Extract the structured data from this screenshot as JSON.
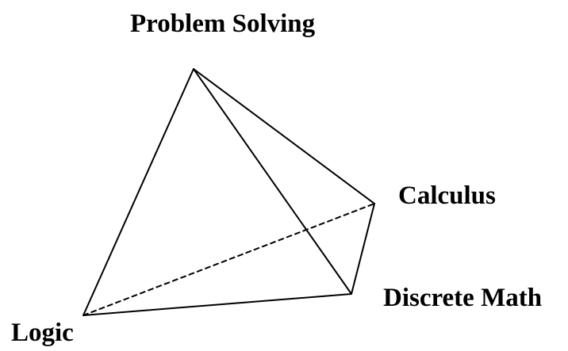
{
  "diagram": {
    "vertices": {
      "top": "Problem Solving",
      "right": "Calculus",
      "bottom_right": "Discrete Math",
      "left": "Logic"
    },
    "edges": [
      {
        "from": "top",
        "to": "left",
        "style": "solid"
      },
      {
        "from": "top",
        "to": "bottom_right",
        "style": "solid"
      },
      {
        "from": "top",
        "to": "right",
        "style": "solid"
      },
      {
        "from": "right",
        "to": "bottom_right",
        "style": "solid"
      },
      {
        "from": "left",
        "to": "bottom_right",
        "style": "solid"
      },
      {
        "from": "left",
        "to": "right",
        "style": "dashed"
      }
    ],
    "colors": {
      "line": "#000000",
      "background": "#ffffff"
    }
  }
}
